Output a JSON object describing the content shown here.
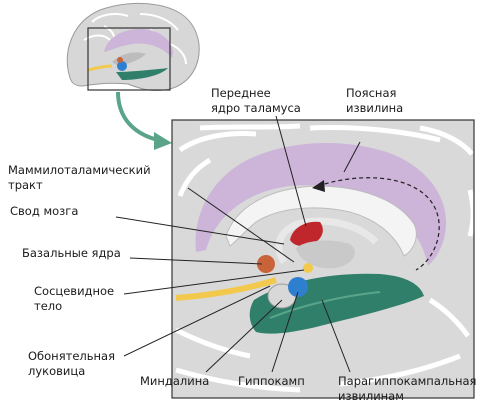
{
  "colors": {
    "cingulate": "#cdb4d9",
    "cortex": "#d9d9d9",
    "thalamus_nucleus": "#c0272d",
    "amygdala": "#d8d8d8",
    "hippocampus": "#2f7fd0",
    "parahippocampal": "#2f7f6a",
    "olfactory": "#f2c94c",
    "basal_nuclei": "#c9643a",
    "arrow": "#5aa58a",
    "leader": "#222222"
  },
  "labels": {
    "anterior_thalamic_nucleus": [
      "Переднее",
      "ядро таламуса"
    ],
    "cingulate_gyrus": [
      "Поясная",
      "извилина"
    ],
    "mammillothalamic_tract": [
      "Маммилоталамический",
      "тракт"
    ],
    "fornix": [
      "Свод мозга"
    ],
    "basal_nuclei": [
      "Базальные ядра"
    ],
    "mammillary_body": [
      "Сосцевидное",
      "тело"
    ],
    "olfactory_bulb": [
      "Обонятельная",
      "луковица"
    ],
    "amygdala": [
      "Миндалина"
    ],
    "hippocampus": [
      "Гиппокамп"
    ],
    "parahippocampal_gyrus": [
      "Парагиппокампальная",
      "извилинам"
    ]
  }
}
